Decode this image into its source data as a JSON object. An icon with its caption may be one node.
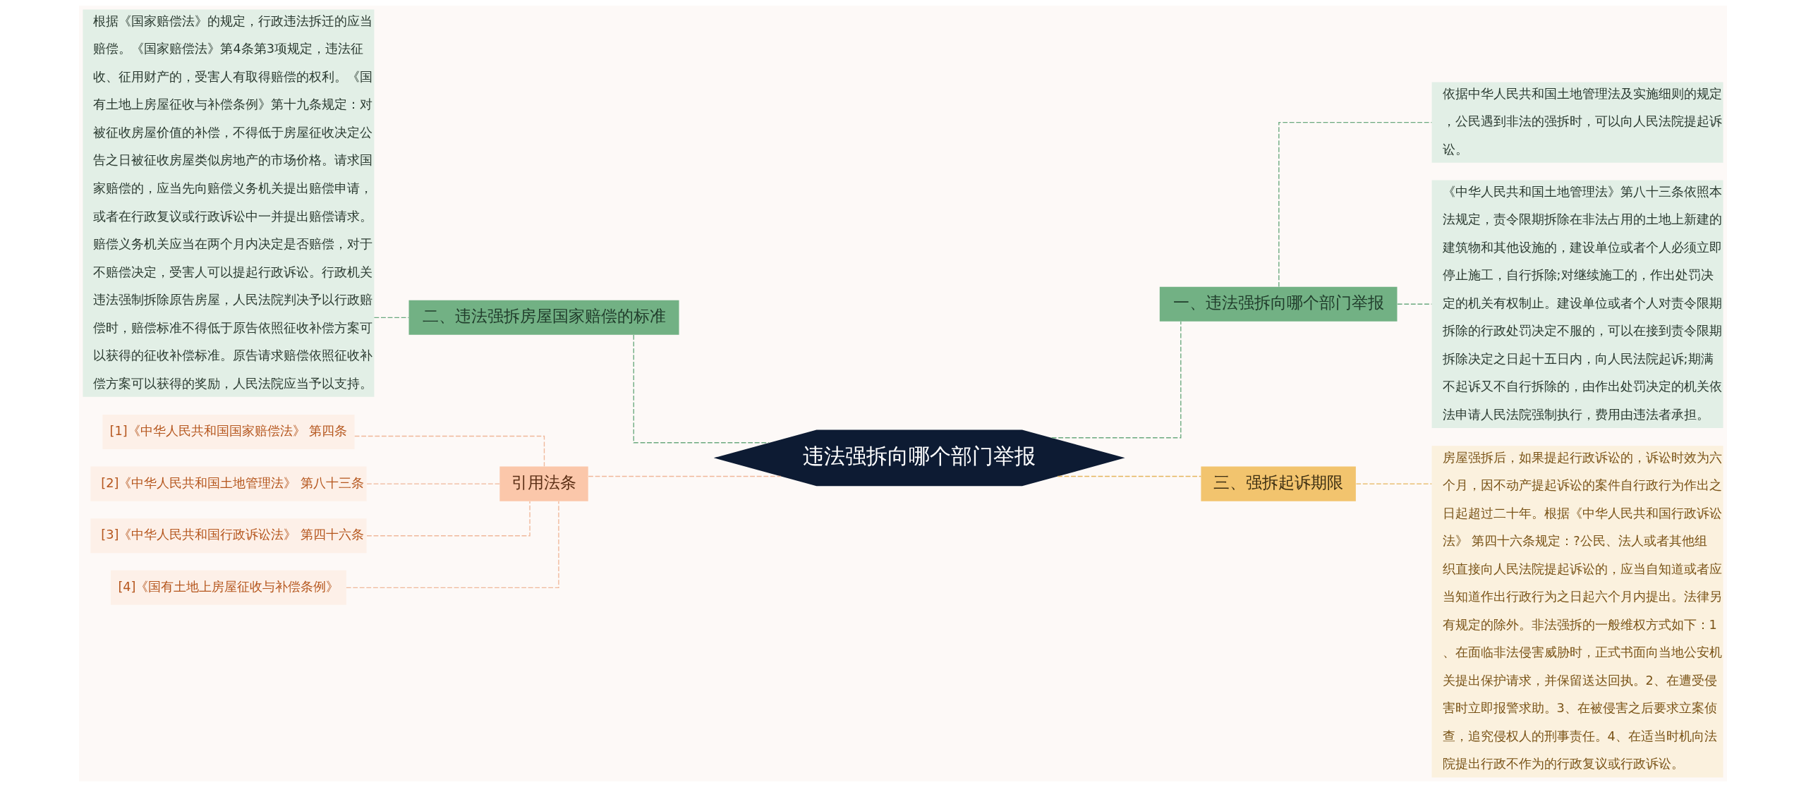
{
  "diagram": {
    "nodes": [
      {
        "text": [
          "违法强拆向哪个部门举报"
        ]
      },
      {
        "text": [
          "一、违法强拆向哪个部门举报"
        ]
      },
      {
        "text": [
          "依据中华人民共和国土地管理法及实施细则的规定，公民遇到非法的强拆时，可以向人民法院提起诉讼。"
        ]
      },
      {
        "text": [
          "《中华人民共和国土地管理法》第八十三条依照本法规定，责令限期拆除在非法占用的土地上新建的建筑物和其他设施的，建设单位或者个人必须立即停止施工，自行拆除;对继续施工的，作出处罚决定的机关有权制止。建设单位或者个人对责令限期拆除的行政处罚决定不服的，可以在接到责令限期拆除决定之日起十五日内，向人民法院起诉;期满不起诉又不自行拆除的，由作出处罚决定的机关依法申请人民法院强制执行，费用由违法者承担。"
        ]
      },
      {
        "text": [
          "二、违法强拆房屋国家赔偿的标准"
        ]
      },
      {
        "text": [
          "根据《国家赔偿法》的规定，行政违法拆迁的应当赔偿。《国家赔偿法》第4条第3项规定，违法征收、征用财产的，受害人有取得赔偿的权利。《国有土地上房屋征收与补偿条例》第十九条规定：对被征收房屋价值的补偿，不得低于房屋征收决定公告之日被征收房屋类似房地产的市场价格。请求国家赔偿的，应当先向赔偿义务机关提出赔偿申请，或者在行政复议或行政诉讼中一并提出赔偿请求。赔偿义务机关应当在两个月内决定是否赔偿，对于不赔偿决定，受害人可以提起行政诉讼。行政机关违法强制拆除原告房屋，人民法院判决予以行政赔偿时，赔偿标准不得低于原告依照征收补偿方案可以获得的征收补偿标准。原告请求赔偿依照征收补偿方案可以获得的奖励，人民法院应当予以支持。"
        ]
      },
      {
        "text": [
          "三、强拆起诉期限"
        ]
      },
      {
        "text": [
          "房屋强拆后，如果提起行政诉讼的，诉讼时效为六个月，因不动产提起诉讼的案件自行政行为作出之日起超过二十年。根据《中华人民共和国行政诉讼法》 第四十六条规定：?公民、法人或者其他组织直接向人民法院提起诉讼的，应当自知道或者应当知道作出行政行为之日起六个月内提出。法律另有规定的除外。非法强拆的一般维权方式如下：1、在面临非法侵害威胁时，正式书面向当地公安机关提出保护请求，并保留送达回执。2、在遭受侵害时立即报警求助。3、在被侵害之后要求立案侦查，追究侵权人的刑事责任。4、在适当时机向法院提出行政不作为的行政复议或行政诉讼。"
        ]
      },
      {
        "text": [
          "引用法条"
        ]
      },
      {
        "text": [
          "[1]《中华人民共和国国家赔偿法》 第四条"
        ]
      },
      {
        "text": [
          "[2]《中华人民共和国土地管理法》 第八十三条"
        ]
      },
      {
        "text": [
          "[3]《中华人民共和国行政诉讼法》 第四十六条"
        ]
      },
      {
        "text": [
          "[4]《国有土地上房屋征收与补偿条例》"
        ]
      }
    ],
    "edges": [
      {
        "from": 0,
        "to": 1,
        "arrow": "none",
        "style": "dashed",
        "color": "#6aa97e"
      },
      {
        "from": 1,
        "to": 2,
        "arrow": "none",
        "style": "dashed",
        "color": "#6aa97e"
      },
      {
        "from": 1,
        "to": 3,
        "arrow": "none",
        "style": "dashed",
        "color": "#6aa97e"
      },
      {
        "from": 0,
        "to": 4,
        "arrow": "none",
        "style": "dashed",
        "color": "#6aa97e"
      },
      {
        "from": 4,
        "to": 5,
        "arrow": "none",
        "style": "dashed",
        "color": "#6aa97e"
      },
      {
        "from": 0,
        "to": 6,
        "arrow": "none",
        "style": "dashed",
        "color": "#e5b55c"
      },
      {
        "from": 6,
        "to": 7,
        "arrow": "none",
        "style": "dashed",
        "color": "#e5b55c"
      },
      {
        "from": 0,
        "to": 8,
        "arrow": "none",
        "style": "dashed",
        "color": "#f0b89a"
      },
      {
        "from": 8,
        "to": 9,
        "arrow": "none",
        "style": "dashed",
        "color": "#f0b89a"
      },
      {
        "from": 8,
        "to": 10,
        "arrow": "none",
        "style": "dashed",
        "color": "#f0b89a"
      },
      {
        "from": 8,
        "to": 11,
        "arrow": "none",
        "style": "dashed",
        "color": "#f0b89a"
      },
      {
        "from": 8,
        "to": 12,
        "arrow": "none",
        "style": "dashed",
        "color": "#f0b89a"
      }
    ]
  }
}
